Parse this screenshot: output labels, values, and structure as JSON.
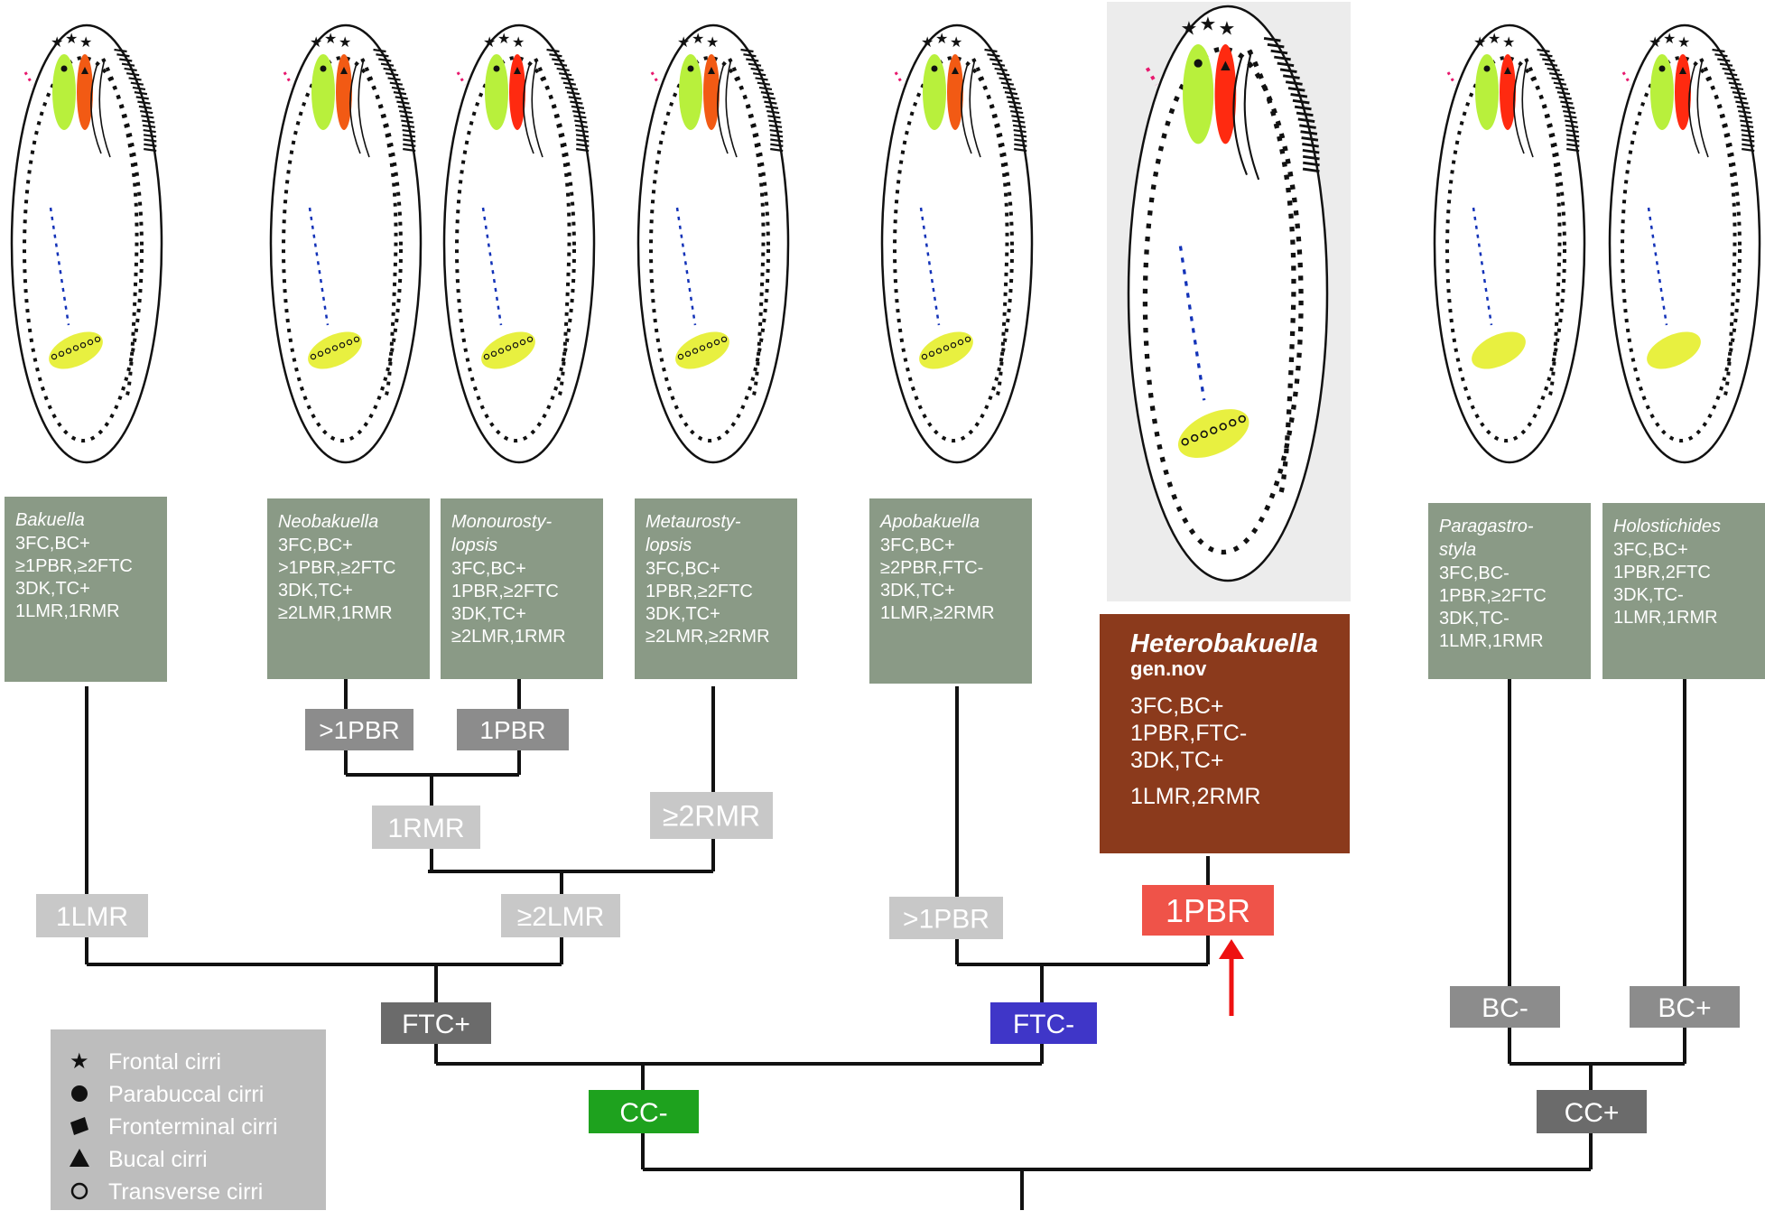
{
  "taxa": [
    {
      "name": "Bakuella",
      "chars": [
        "3FC,BC+",
        "≥1PBR,≥2FTC",
        "3DK,TC+",
        "1LMR,1RMR"
      ]
    },
    {
      "name": "Neobakuella",
      "chars": [
        "3FC,BC+",
        ">1PBR,≥2FTC",
        "3DK,TC+",
        "≥2LMR,1RMR"
      ]
    },
    {
      "name": "Monourosty-\nlopsis",
      "chars": [
        "3FC,BC+",
        "1PBR,≥2FTC",
        "3DK,TC+",
        "≥2LMR,1RMR"
      ]
    },
    {
      "name": "Metaurosty-\nlopsis",
      "chars": [
        "3FC,BC+",
        "1PBR,≥2FTC",
        "3DK,TC+",
        "≥2LMR,≥2RMR"
      ]
    },
    {
      "name": "Apobakuella",
      "chars": [
        "3FC,BC+",
        "≥2PBR,FTC-",
        "3DK,TC+",
        "1LMR,≥2RMR"
      ]
    },
    {
      "name": "Heterobakuella",
      "subtitle": "gen.nov",
      "chars": [
        "3FC,BC+",
        "1PBR,FTC-",
        "3DK,TC+",
        "1LMR,2RMR"
      ]
    },
    {
      "name": "Paragastro-\nstyla",
      "chars": [
        "3FC,BC-",
        "1PBR,≥2FTC",
        "3DK,TC-",
        "1LMR,1RMR"
      ]
    },
    {
      "name": "Holostichides",
      "chars": [
        "3FC,BC+",
        "1PBR,2FTC",
        "3DK,TC-",
        "1LMR,1RMR"
      ]
    }
  ],
  "nodes": {
    "gt1pbr_left": ">1PBR",
    "onepbr_left": "1PBR",
    "onermr": "1RMR",
    "ge2rmr": "≥2RMR",
    "onelmr": "1LMR",
    "ge2lmr": "≥2LMR",
    "gt1pbr_right": ">1PBR",
    "onepbr_new": "1PBR",
    "ftc_plus": "FTC+",
    "ftc_minus": "FTC-",
    "bc_minus": "BC-",
    "bc_plus": "BC+",
    "cc_minus": "CC-",
    "cc_plus": "CC+"
  },
  "legend": [
    {
      "symbol": "star",
      "label": "Frontal cirri"
    },
    {
      "symbol": "dot",
      "label": "Parabuccal cirri"
    },
    {
      "symbol": "parallelogram",
      "label": "Fronterminal cirri"
    },
    {
      "symbol": "triangle",
      "label": "Bucal cirri"
    },
    {
      "symbol": "circle",
      "label": "Transverse cirri"
    }
  ],
  "colors": {
    "taxon_box": "#8a9a86",
    "new_genus_box": "#8b3a1c",
    "node_dark": "#6b6b6b",
    "node_mid": "#8c8c8c",
    "node_light": "#c8c8c8",
    "node_red": "#ef5349",
    "ftc_minus": "#3f36c8",
    "cc_minus": "#1ea21e",
    "arrow": "#ee1111",
    "green_zone": "#b8f03c",
    "red_zone": "#ff2a10",
    "orange_zone": "#f25a14",
    "yellow_zone": "#e8f040"
  }
}
